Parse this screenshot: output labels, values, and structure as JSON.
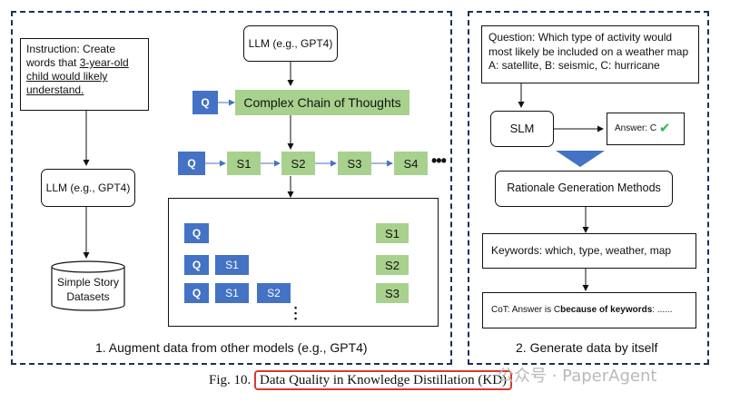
{
  "left_panel": {
    "instruction_prefix": "Instruction: Create words that ",
    "instruction_underlined": "3-year-old child would likely understand.",
    "llm_left": "LLM (e.g., GPT4)",
    "dataset": "Simple Story Datasets",
    "llm_top": "LLM (e.g., GPT4)",
    "q_label": "Q",
    "complex_cot": "Complex Chain of Thoughts",
    "steps": [
      "S1",
      "S2",
      "S3",
      "S4"
    ],
    "ellipsis": "•••",
    "inner_ellipsis": "•\n•\n•",
    "caption": "1. Augment data from other models (e.g., GPT4)"
  },
  "right_panel": {
    "question": "Question: Which type of activity would most likely be included on a weather map A: satellite, B: seismic, C: hurricane",
    "slm": "SLM",
    "answer": "Answer: C",
    "check": "✔",
    "rationale": "Rationale Generation Methods",
    "keywords": "Keywords: which, type, weather, map",
    "cot_prefix": "CoT: Answer is C ",
    "cot_bold": "because of keywords",
    "cot_suffix": ": ......",
    "caption": "2. Generate data by itself"
  },
  "figure": {
    "prefix": "Fig. 10.",
    "title": "Data Quality in Knowledge Distillation (KD)"
  },
  "watermark": "公众号 · PaperAgent",
  "colors": {
    "q_blue": "#4472c4",
    "step_green": "#a9d18e",
    "arrow_blue": "#4472c4",
    "panel_border": "#1f2f56",
    "highlight_red": "#d83b2b"
  }
}
